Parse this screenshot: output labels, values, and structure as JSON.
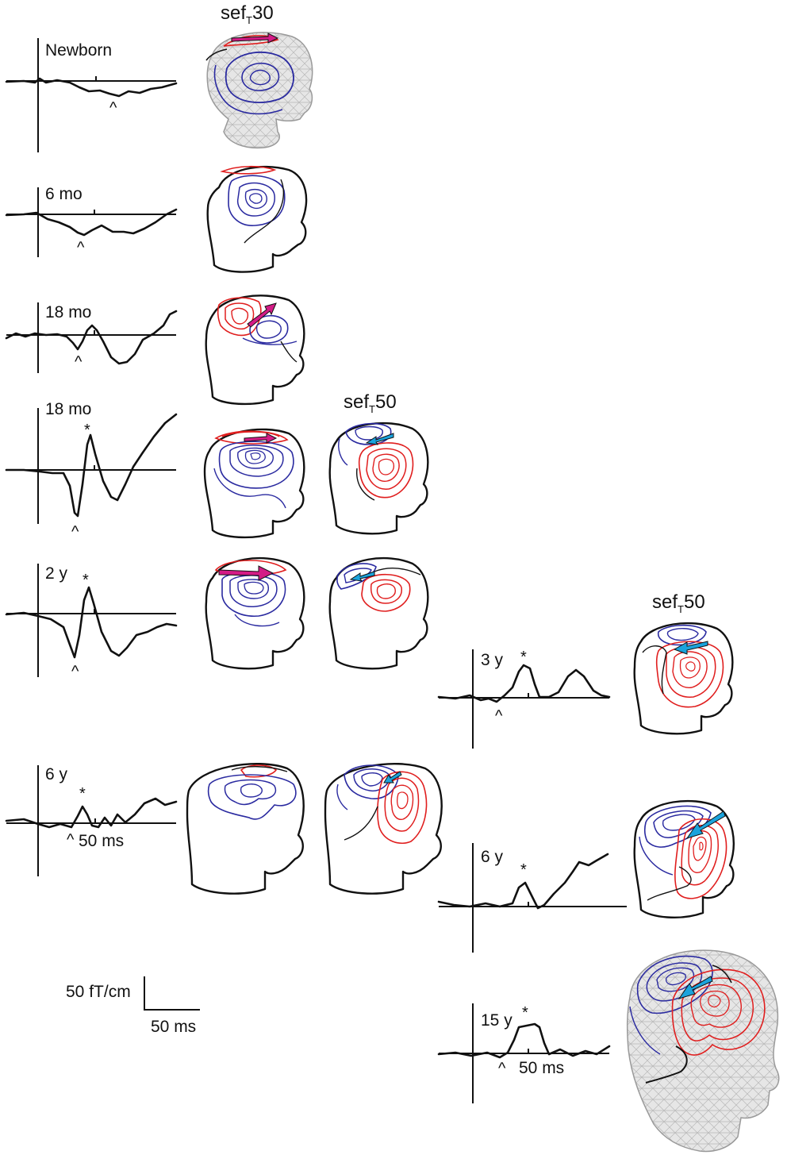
{
  "column_headers": {
    "sef30": {
      "base": "sef",
      "sub": "T",
      "suffix": "30"
    },
    "sef50_mid": {
      "base": "sef",
      "sub": "T",
      "suffix": "50"
    },
    "sef50_right": {
      "base": "sef",
      "sub": "T",
      "suffix": "50"
    }
  },
  "traces": [
    {
      "id": "newborn",
      "label": "Newborn",
      "trough_marker": "^",
      "peak_marker": ""
    },
    {
      "id": "6mo",
      "label": "6 mo",
      "trough_marker": "^",
      "peak_marker": ""
    },
    {
      "id": "18mo_a",
      "label": "18 mo",
      "trough_marker": "^",
      "peak_marker": ""
    },
    {
      "id": "18mo_b",
      "label": "18 mo",
      "trough_marker": "^",
      "peak_marker": "*"
    },
    {
      "id": "2y",
      "label": "2 y",
      "trough_marker": "^",
      "peak_marker": "*"
    },
    {
      "id": "6y_left",
      "label": "6 y",
      "trough_marker": "^",
      "peak_marker": "*",
      "tick_label": "50 ms"
    },
    {
      "id": "3y",
      "label": "3 y",
      "trough_marker": "^",
      "peak_marker": "*"
    },
    {
      "id": "6y_right",
      "label": "6 y",
      "trough_marker": "",
      "peak_marker": "*"
    },
    {
      "id": "15y",
      "label": "15 y",
      "trough_marker": "^",
      "peak_marker": "*",
      "tick_label": "50 ms"
    }
  ],
  "scale_bar": {
    "amplitude": "50 fT/cm",
    "time": "50 ms"
  },
  "colors": {
    "trace": "#111111",
    "negative_contour": "#2a2aa0",
    "positive_contour": "#e01e1e",
    "arrow_sef30": "#d41b86",
    "arrow_sef50": "#1aa3dc",
    "head_mesh": "#e3e3e3"
  },
  "head_maps": [
    {
      "id": "map-newborn-sef30",
      "style": "mesh",
      "arrow": "magenta"
    },
    {
      "id": "map-6mo-sef30",
      "style": "outline",
      "arrow": "none"
    },
    {
      "id": "map-18mo-a-sef30",
      "style": "outline",
      "arrow": "magenta"
    },
    {
      "id": "map-18mo-b-sef30",
      "style": "outline",
      "arrow": "magenta"
    },
    {
      "id": "map-18mo-b-sef50",
      "style": "outline",
      "arrow": "cyan"
    },
    {
      "id": "map-2y-sef30",
      "style": "outline",
      "arrow": "magenta"
    },
    {
      "id": "map-2y-sef50",
      "style": "outline",
      "arrow": "cyan"
    },
    {
      "id": "map-3y-sef50",
      "style": "outline",
      "arrow": "cyan"
    },
    {
      "id": "map-6y-sef30",
      "style": "outline",
      "arrow": "none"
    },
    {
      "id": "map-6y-sef50",
      "style": "outline",
      "arrow": "cyan"
    },
    {
      "id": "map-6y-right-sef50",
      "style": "outline",
      "arrow": "cyan"
    },
    {
      "id": "map-15y-sef50",
      "style": "mesh",
      "arrow": "cyan"
    }
  ]
}
